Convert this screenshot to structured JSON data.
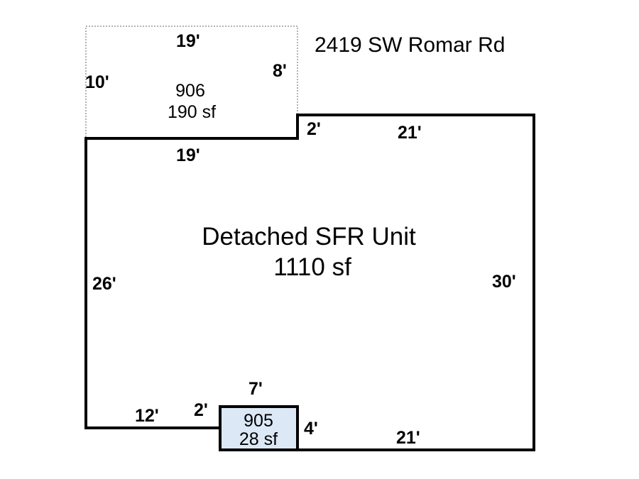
{
  "address": "2419 SW Romar Rd",
  "areas": {
    "main": {
      "name": "Detached SFR Unit",
      "area": "1110 sf"
    },
    "upper": {
      "code": "906",
      "area": "190 sf"
    },
    "lower": {
      "code": "905",
      "area": "28 sf"
    }
  },
  "dimensions": {
    "upper_top": "19'",
    "upper_left": "10'",
    "upper_right": "8'",
    "upper_bottom": "19'",
    "step_top": "2'",
    "top_right": "21'",
    "right": "30'",
    "left": "26'",
    "bottom_left": "12'",
    "step_left": "2'",
    "lower_top": "7'",
    "lower_right": "4'",
    "bottom_right": "21'"
  },
  "colors": {
    "lower_fill": "#dce8f5",
    "line": "#000000"
  }
}
